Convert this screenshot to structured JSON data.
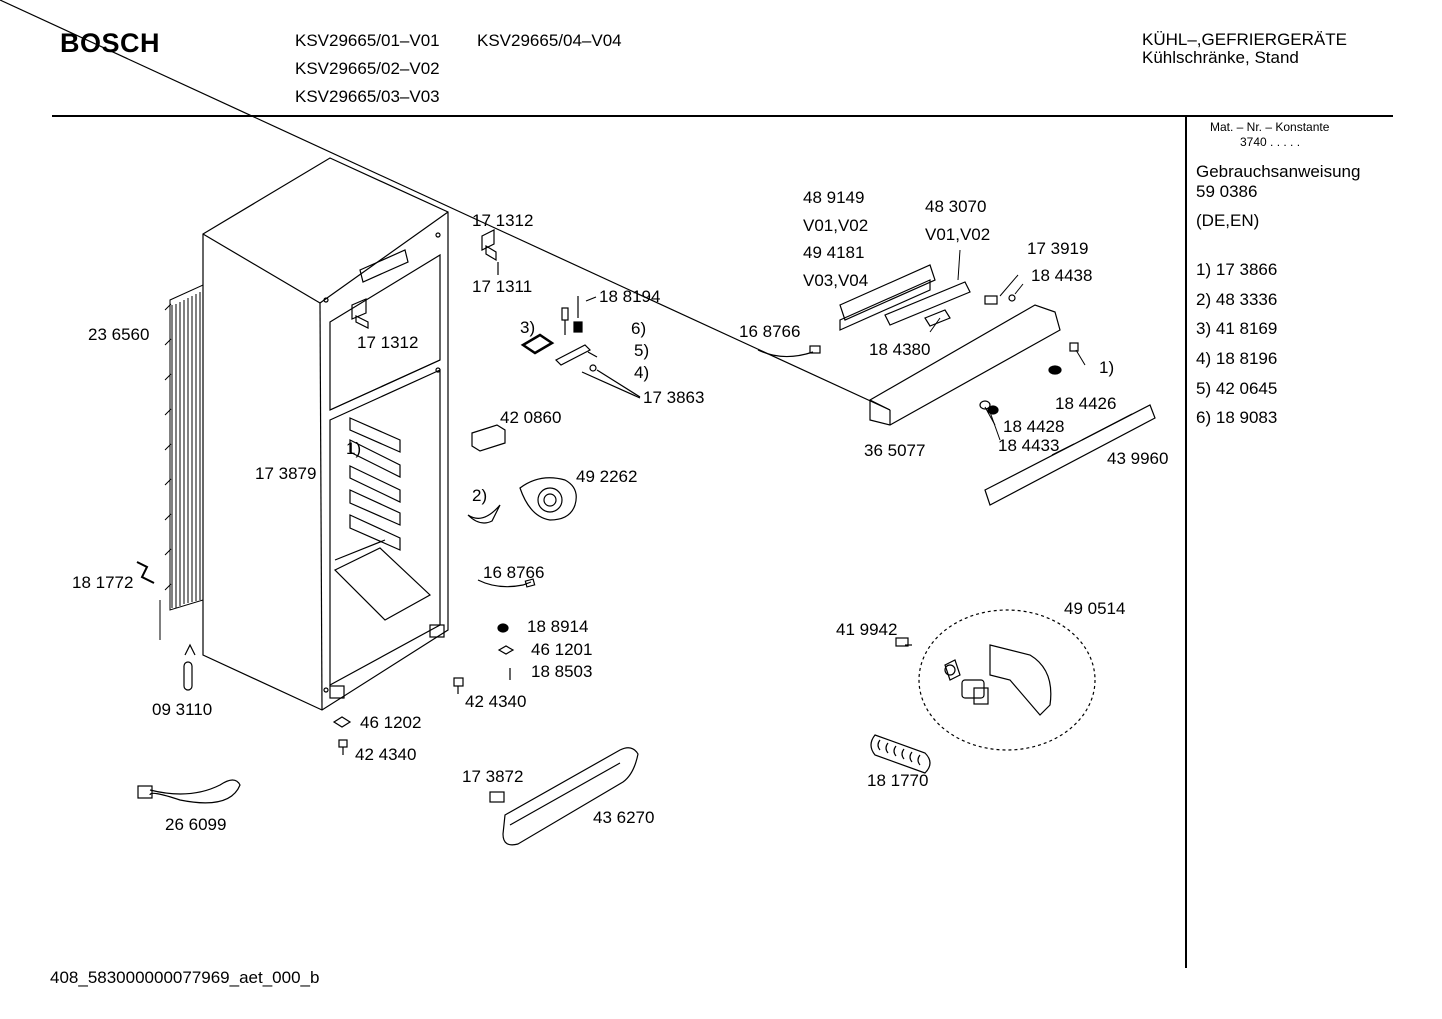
{
  "header": {
    "brand": "BOSCH",
    "models": [
      "KSV29665/01–V01",
      "KSV29665/04–V04",
      "KSV29665/02–V02",
      "KSV29665/03–V03"
    ],
    "category_line1": "KÜHL–,GEFRIERGERÄTE",
    "category_line2": "Kühlschränke, Stand"
  },
  "sidebar": {
    "mat_header": "Mat. – Nr. – Konstante",
    "mat_value": "3740  .  .  .  .  .",
    "manual_label": "Gebrauchsanweisung",
    "manual_number": "59 0386",
    "manual_lang": "(DE,EN)",
    "legend": [
      {
        "key": "1)",
        "part": "17 3866"
      },
      {
        "key": "2)",
        "part": "48 3336"
      },
      {
        "key": "3)",
        "part": "41 8169"
      },
      {
        "key": "4)",
        "part": "18 8196"
      },
      {
        "key": "5)",
        "part": "42 0645"
      },
      {
        "key": "6)",
        "part": "18 9083"
      }
    ]
  },
  "parts": {
    "p171312a": "17 1312",
    "p171311": "17 1311",
    "p171312b": "17 1312",
    "p236560": "23 6560",
    "p188194": "18 8194",
    "k3": "3)",
    "k6": "6)",
    "k5": "5)",
    "k4": "4)",
    "p173863": "17 3863",
    "p420860": "42 0860",
    "k1a": "1)",
    "p173879": "17 3879",
    "p492262": "49 2262",
    "k2": "2)",
    "p181772": "18 1772",
    "p168766b": "16 8766",
    "p188914": "18 8914",
    "p461201": "46 1201",
    "p188503": "18 8503",
    "p093110": "09 3110",
    "p424340a": "42 4340",
    "p461202": "46 1202",
    "p424340b": "42 4340",
    "p173872": "17 3872",
    "p266099": "26 6099",
    "p436270": "43 6270",
    "p489149": "48 9149",
    "v0102a": "V01,V02",
    "p494181": "49 4181",
    "v0304": "V03,V04",
    "p483070": "48 3070",
    "v0102b": "V01,V02",
    "p173919": "17 3919",
    "p184438": "18 4438",
    "p168766a": "16 8766",
    "p184380": "18 4380",
    "k1b": "1)",
    "p184426": "18 4426",
    "p184428": "18 4428",
    "p184433": "18 4433",
    "p365077": "36 5077",
    "p439960": "43 9960",
    "p490514": "49 0514",
    "p419942": "41 9942",
    "p181770": "18 1770"
  },
  "footer": {
    "code": "408_583000000077969_aet_000_b"
  }
}
